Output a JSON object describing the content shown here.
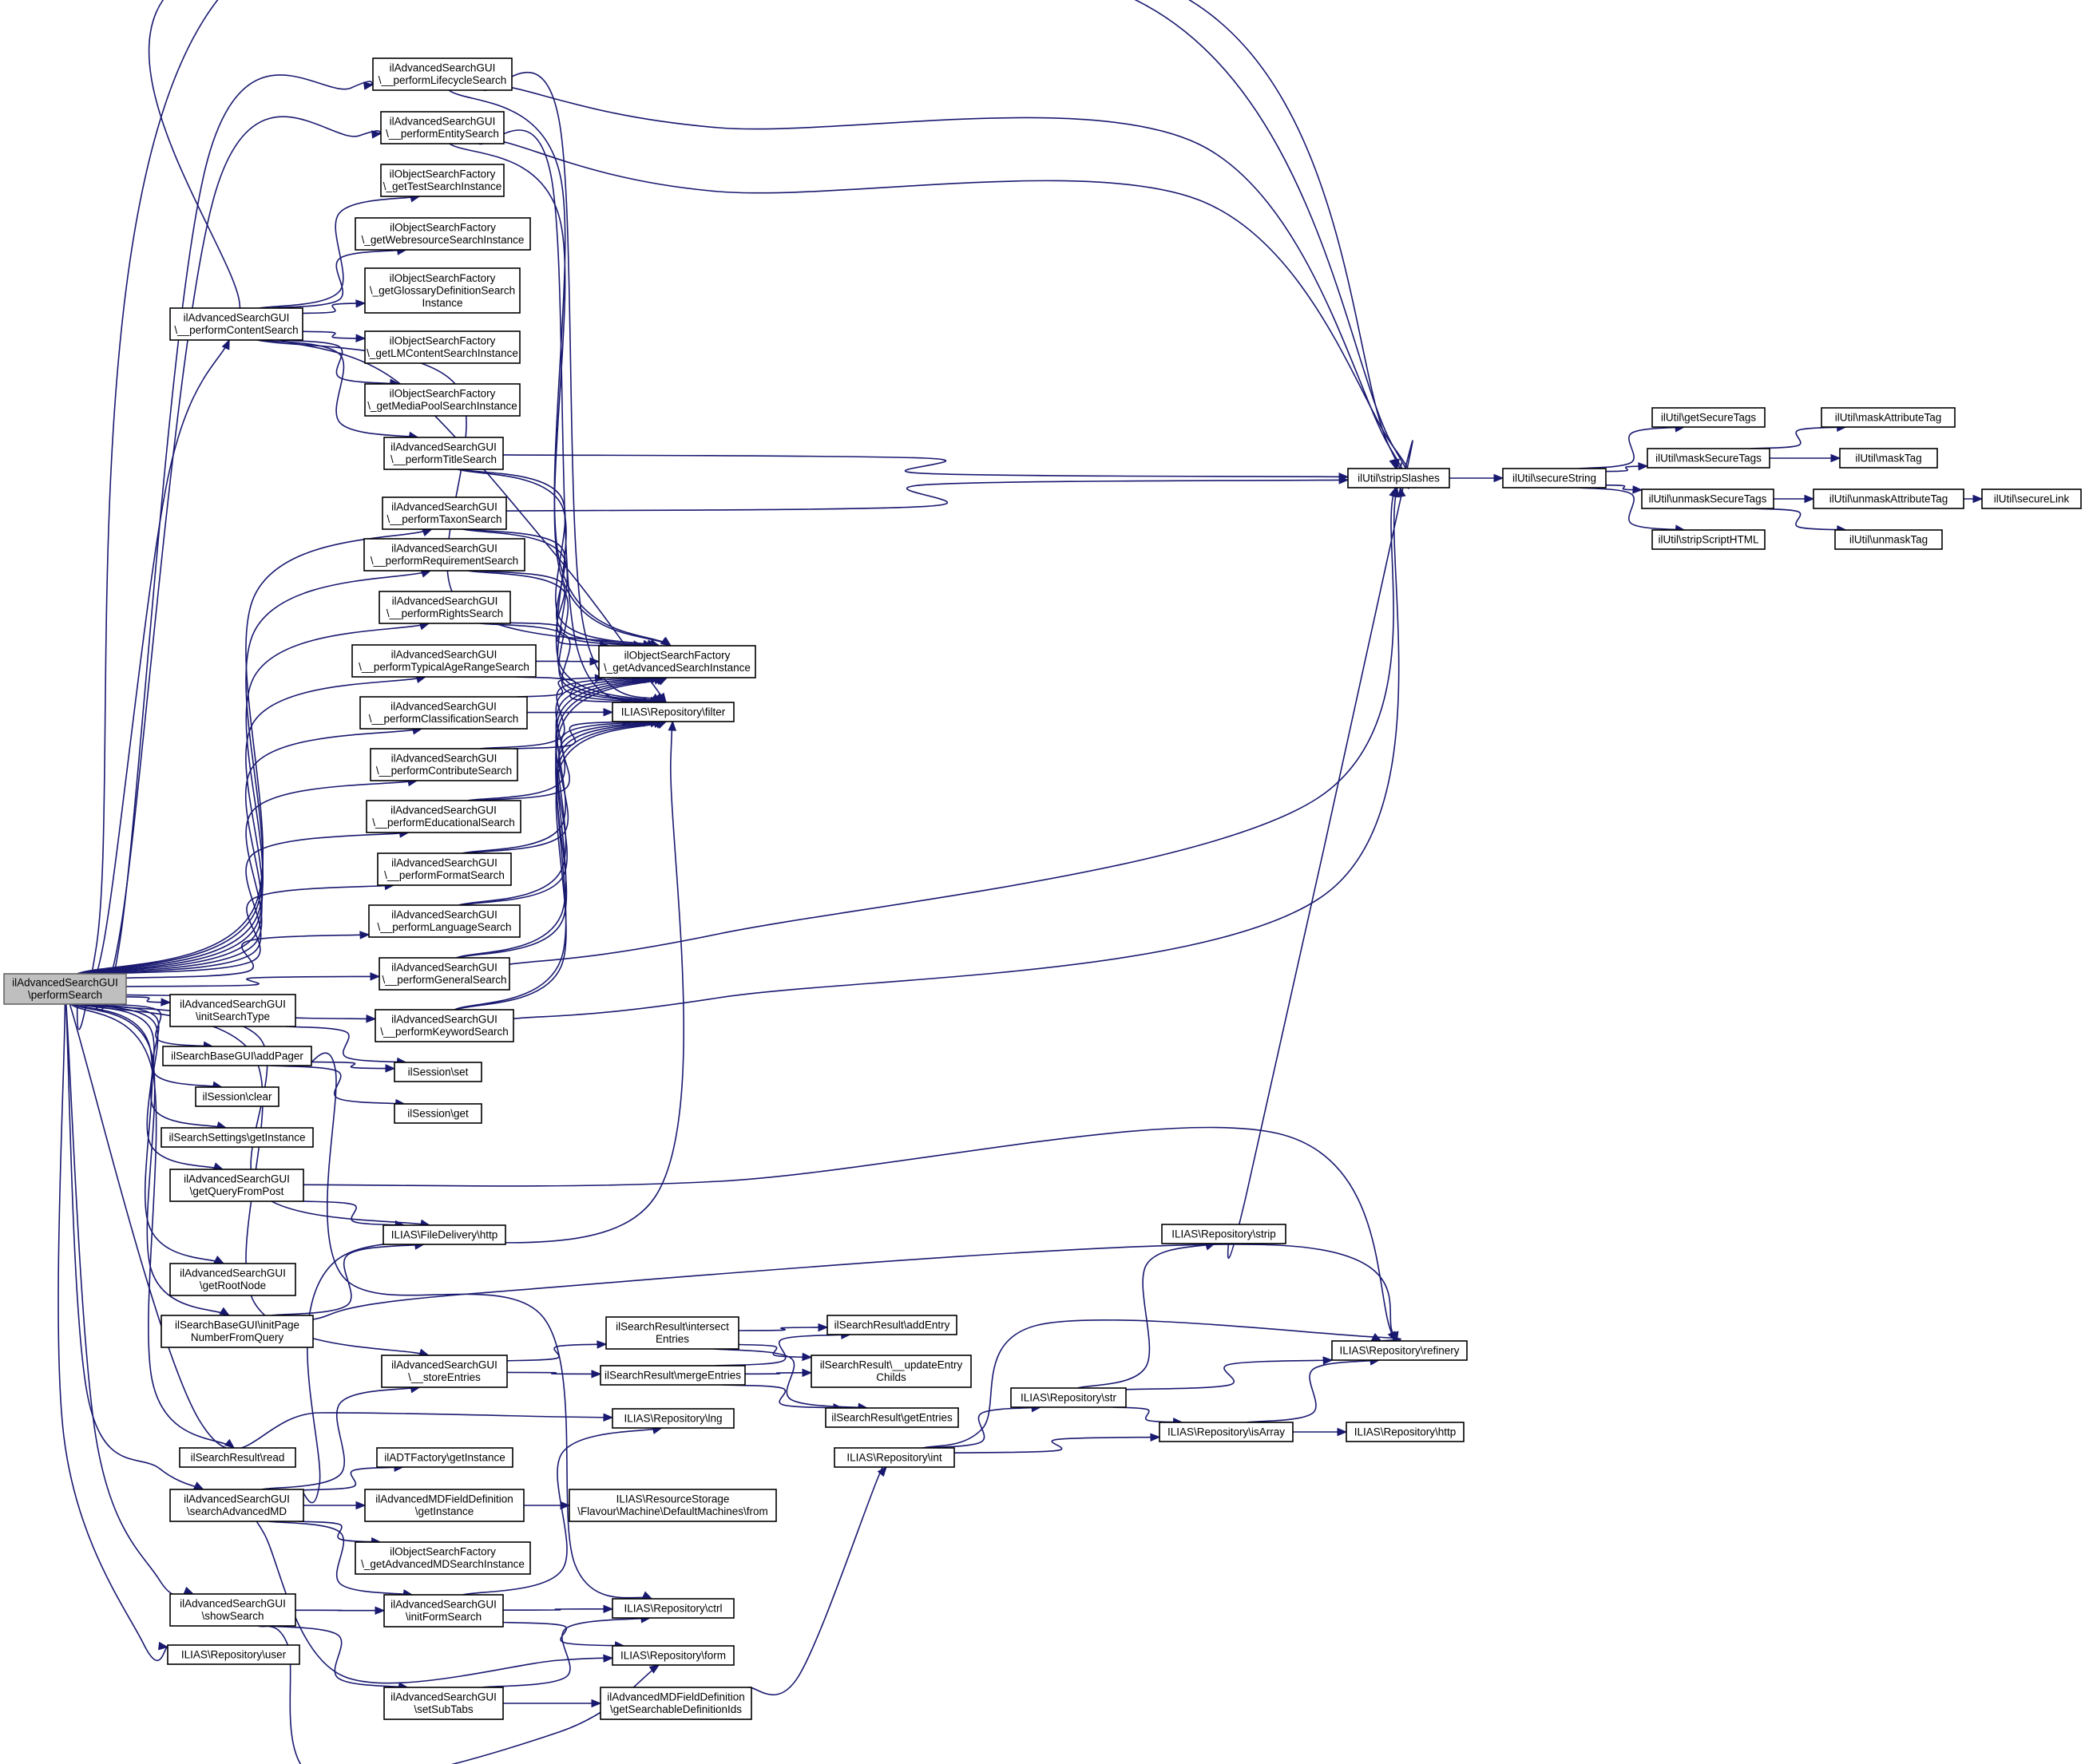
{
  "diagram": {
    "colors": {
      "edge": "#191970",
      "node_border": "#000000",
      "root_fill": "#bfbfbf",
      "node_fill": "#ffffff"
    },
    "nodes": [
      {
        "id": "root",
        "lines": [
          "ilAdvancedSearchGUI",
          "\\performSearch"
        ],
        "root": true
      },
      {
        "id": "lifecycle",
        "lines": [
          "ilAdvancedSearchGUI",
          "\\__performLifecycleSearch"
        ]
      },
      {
        "id": "entity",
        "lines": [
          "ilAdvancedSearchGUI",
          "\\__performEntitySearch"
        ]
      },
      {
        "id": "getTest",
        "lines": [
          "ilObjectSearchFactory",
          "\\_getTestSearchInstance"
        ]
      },
      {
        "id": "getWebres",
        "lines": [
          "ilObjectSearchFactory",
          "\\_getWebresourceSearchInstance"
        ]
      },
      {
        "id": "getGlossary",
        "lines": [
          "ilObjectSearchFactory",
          "\\_getGlossaryDefinitionSearch",
          "Instance"
        ]
      },
      {
        "id": "content",
        "lines": [
          "ilAdvancedSearchGUI",
          "\\__performContentSearch"
        ]
      },
      {
        "id": "getLM",
        "lines": [
          "ilObjectSearchFactory",
          "\\_getLMContentSearchInstance"
        ]
      },
      {
        "id": "getMediaPool",
        "lines": [
          "ilObjectSearchFactory",
          "\\_getMediaPoolSearchInstance"
        ]
      },
      {
        "id": "title",
        "lines": [
          "ilAdvancedSearchGUI",
          "\\__performTitleSearch"
        ]
      },
      {
        "id": "taxon",
        "lines": [
          "ilAdvancedSearchGUI",
          "\\__performTaxonSearch"
        ]
      },
      {
        "id": "requirement",
        "lines": [
          "ilAdvancedSearchGUI",
          "\\__performRequirementSearch"
        ]
      },
      {
        "id": "rights",
        "lines": [
          "ilAdvancedSearchGUI",
          "\\__performRightsSearch"
        ]
      },
      {
        "id": "typicalAge",
        "lines": [
          "ilAdvancedSearchGUI",
          "\\__performTypicalAgeRangeSearch"
        ]
      },
      {
        "id": "classification",
        "lines": [
          "ilAdvancedSearchGUI",
          "\\__performClassificationSearch"
        ]
      },
      {
        "id": "contribute",
        "lines": [
          "ilAdvancedSearchGUI",
          "\\__performContributeSearch"
        ]
      },
      {
        "id": "educational",
        "lines": [
          "ilAdvancedSearchGUI",
          "\\__performEducationalSearch"
        ]
      },
      {
        "id": "format",
        "lines": [
          "ilAdvancedSearchGUI",
          "\\__performFormatSearch"
        ]
      },
      {
        "id": "language",
        "lines": [
          "ilAdvancedSearchGUI",
          "\\__performLanguageSearch"
        ]
      },
      {
        "id": "general",
        "lines": [
          "ilAdvancedSearchGUI",
          "\\__performGeneralSearch"
        ]
      },
      {
        "id": "keyword",
        "lines": [
          "ilAdvancedSearchGUI",
          "\\__performKeywordSearch"
        ]
      },
      {
        "id": "getAdvanced",
        "lines": [
          "ilObjectSearchFactory",
          "\\_getAdvancedSearchInstance"
        ]
      },
      {
        "id": "filter",
        "lines": [
          "ILIAS\\Repository\\filter"
        ]
      },
      {
        "id": "stripSlashes",
        "lines": [
          "ilUtil\\stripSlashes"
        ]
      },
      {
        "id": "secureString",
        "lines": [
          "ilUtil\\secureString"
        ]
      },
      {
        "id": "getSecureTags",
        "lines": [
          "ilUtil\\getSecureTags"
        ]
      },
      {
        "id": "maskSecureTags",
        "lines": [
          "ilUtil\\maskSecureTags"
        ]
      },
      {
        "id": "unmaskSecureTags",
        "lines": [
          "ilUtil\\unmaskSecureTags"
        ]
      },
      {
        "id": "stripScriptHTML",
        "lines": [
          "ilUtil\\stripScriptHTML"
        ]
      },
      {
        "id": "maskAttributeTag",
        "lines": [
          "ilUtil\\maskAttributeTag"
        ]
      },
      {
        "id": "maskTag",
        "lines": [
          "ilUtil\\maskTag"
        ]
      },
      {
        "id": "unmaskAttributeTag",
        "lines": [
          "ilUtil\\unmaskAttributeTag"
        ]
      },
      {
        "id": "unmaskTag",
        "lines": [
          "ilUtil\\unmaskTag"
        ]
      },
      {
        "id": "secureLink",
        "lines": [
          "ilUtil\\secureLink"
        ]
      },
      {
        "id": "initSearchType",
        "lines": [
          "ilAdvancedSearchGUI",
          "\\initSearchType"
        ]
      },
      {
        "id": "addPager",
        "lines": [
          "ilSearchBaseGUI\\addPager"
        ]
      },
      {
        "id": "sessionSet",
        "lines": [
          "ilSession\\set"
        ]
      },
      {
        "id": "sessionClear",
        "lines": [
          "ilSession\\clear"
        ]
      },
      {
        "id": "sessionGet",
        "lines": [
          "ilSession\\get"
        ]
      },
      {
        "id": "settingsGetInstance",
        "lines": [
          "ilSearchSettings\\getInstance"
        ]
      },
      {
        "id": "getQueryFromPost",
        "lines": [
          "ilAdvancedSearchGUI",
          "\\getQueryFromPost"
        ]
      },
      {
        "id": "fileDeliveryHttp",
        "lines": [
          "ILIAS\\FileDelivery\\http"
        ]
      },
      {
        "id": "getRootNode",
        "lines": [
          "ilAdvancedSearchGUI",
          "\\getRootNode"
        ]
      },
      {
        "id": "initPage",
        "lines": [
          "ilSearchBaseGUI\\initPage",
          "NumberFromQuery"
        ]
      },
      {
        "id": "repoStrip",
        "lines": [
          "ILIAS\\Repository\\strip"
        ]
      },
      {
        "id": "refinery",
        "lines": [
          "ILIAS\\Repository\\refinery"
        ]
      },
      {
        "id": "intersect",
        "lines": [
          "ilSearchResult\\intersect",
          "Entries"
        ]
      },
      {
        "id": "addEntry",
        "lines": [
          "ilSearchResult\\addEntry"
        ]
      },
      {
        "id": "storeEntries",
        "lines": [
          "ilAdvancedSearchGUI",
          "\\__storeEntries"
        ]
      },
      {
        "id": "mergeEntries",
        "lines": [
          "ilSearchResult\\mergeEntries"
        ]
      },
      {
        "id": "updateEntry",
        "lines": [
          "ilSearchResult\\__updateEntry",
          "Childs"
        ]
      },
      {
        "id": "repoStr",
        "lines": [
          "ILIAS\\Repository\\str"
        ]
      },
      {
        "id": "getEntries",
        "lines": [
          "ilSearchResult\\getEntries"
        ]
      },
      {
        "id": "lng",
        "lines": [
          "ILIAS\\Repository\\lng"
        ]
      },
      {
        "id": "isArray",
        "lines": [
          "ILIAS\\Repository\\isArray"
        ]
      },
      {
        "id": "repoHttp",
        "lines": [
          "ILIAS\\Repository\\http"
        ]
      },
      {
        "id": "resultRead",
        "lines": [
          "ilSearchResult\\read"
        ]
      },
      {
        "id": "repoInt",
        "lines": [
          "ILIAS\\Repository\\int"
        ]
      },
      {
        "id": "adtGetInstance",
        "lines": [
          "ilADTFactory\\getInstance"
        ]
      },
      {
        "id": "searchAdvancedMD",
        "lines": [
          "ilAdvancedSearchGUI",
          "\\searchAdvancedMD"
        ]
      },
      {
        "id": "mdFieldGetInstance",
        "lines": [
          "ilAdvancedMDFieldDefinition",
          "\\getInstance"
        ]
      },
      {
        "id": "resourceFrom",
        "lines": [
          "ILIAS\\ResourceStorage",
          "\\Flavour\\Machine\\DefaultMachines\\from"
        ]
      },
      {
        "id": "getAdvancedMD",
        "lines": [
          "ilObjectSearchFactory",
          "\\_getAdvancedMDSearchInstance"
        ]
      },
      {
        "id": "showSearch",
        "lines": [
          "ilAdvancedSearchGUI",
          "\\showSearch"
        ]
      },
      {
        "id": "initFormSearch",
        "lines": [
          "ilAdvancedSearchGUI",
          "\\initFormSearch"
        ]
      },
      {
        "id": "ctrl",
        "lines": [
          "ILIAS\\Repository\\ctrl"
        ]
      },
      {
        "id": "repoUser",
        "lines": [
          "ILIAS\\Repository\\user"
        ]
      },
      {
        "id": "repoForm",
        "lines": [
          "ILIAS\\Repository\\form"
        ]
      },
      {
        "id": "setSubTabs",
        "lines": [
          "ilAdvancedSearchGUI",
          "\\setSubTabs"
        ]
      },
      {
        "id": "searchableDefIds",
        "lines": [
          "ilAdvancedMDFieldDefinition",
          "\\getSearchableDefinitionIds"
        ]
      }
    ],
    "edges": [
      [
        "root",
        "lifecycle"
      ],
      [
        "root",
        "entity"
      ],
      [
        "root",
        "content"
      ],
      [
        "root",
        "taxon"
      ],
      [
        "root",
        "requirement"
      ],
      [
        "root",
        "rights"
      ],
      [
        "root",
        "typicalAge"
      ],
      [
        "root",
        "classification"
      ],
      [
        "root",
        "contribute"
      ],
      [
        "root",
        "educational"
      ],
      [
        "root",
        "format"
      ],
      [
        "root",
        "language"
      ],
      [
        "root",
        "general"
      ],
      [
        "root",
        "keyword"
      ],
      [
        "root",
        "initSearchType"
      ],
      [
        "root",
        "addPager"
      ],
      [
        "root",
        "sessionClear"
      ],
      [
        "root",
        "settingsGetInstance"
      ],
      [
        "root",
        "getQueryFromPost"
      ],
      [
        "root",
        "fileDeliveryHttp"
      ],
      [
        "root",
        "getRootNode"
      ],
      [
        "root",
        "initPage"
      ],
      [
        "root",
        "storeEntries"
      ],
      [
        "root",
        "lng"
      ],
      [
        "root",
        "resultRead"
      ],
      [
        "root",
        "searchAdvancedMD"
      ],
      [
        "root",
        "showSearch"
      ],
      [
        "root",
        "repoUser"
      ],
      [
        "root",
        "stripSlashes"
      ],
      [
        "content",
        "getTest"
      ],
      [
        "content",
        "getWebres"
      ],
      [
        "content",
        "getGlossary"
      ],
      [
        "content",
        "getLM"
      ],
      [
        "content",
        "getMediaPool"
      ],
      [
        "content",
        "title"
      ],
      [
        "content",
        "stripSlashes"
      ],
      [
        "content",
        "getAdvanced"
      ],
      [
        "content",
        "filter"
      ],
      [
        "lifecycle",
        "stripSlashes"
      ],
      [
        "lifecycle",
        "getAdvanced"
      ],
      [
        "lifecycle",
        "filter"
      ],
      [
        "entity",
        "stripSlashes"
      ],
      [
        "entity",
        "getAdvanced"
      ],
      [
        "entity",
        "filter"
      ],
      [
        "title",
        "stripSlashes"
      ],
      [
        "title",
        "getAdvanced"
      ],
      [
        "title",
        "filter"
      ],
      [
        "taxon",
        "stripSlashes"
      ],
      [
        "taxon",
        "getAdvanced"
      ],
      [
        "taxon",
        "filter"
      ],
      [
        "requirement",
        "getAdvanced"
      ],
      [
        "requirement",
        "filter"
      ],
      [
        "rights",
        "getAdvanced"
      ],
      [
        "rights",
        "filter"
      ],
      [
        "typicalAge",
        "getAdvanced"
      ],
      [
        "typicalAge",
        "filter"
      ],
      [
        "classification",
        "getAdvanced"
      ],
      [
        "classification",
        "filter"
      ],
      [
        "contribute",
        "getAdvanced"
      ],
      [
        "contribute",
        "filter"
      ],
      [
        "educational",
        "getAdvanced"
      ],
      [
        "educational",
        "filter"
      ],
      [
        "format",
        "getAdvanced"
      ],
      [
        "format",
        "filter"
      ],
      [
        "language",
        "getAdvanced"
      ],
      [
        "language",
        "filter"
      ],
      [
        "general",
        "getAdvanced"
      ],
      [
        "general",
        "filter"
      ],
      [
        "general",
        "stripSlashes"
      ],
      [
        "keyword",
        "getAdvanced"
      ],
      [
        "keyword",
        "filter"
      ],
      [
        "keyword",
        "stripSlashes"
      ],
      [
        "stripSlashes",
        "secureString"
      ],
      [
        "secureString",
        "getSecureTags"
      ],
      [
        "secureString",
        "maskSecureTags"
      ],
      [
        "secureString",
        "unmaskSecureTags"
      ],
      [
        "secureString",
        "stripScriptHTML"
      ],
      [
        "maskSecureTags",
        "maskAttributeTag"
      ],
      [
        "maskSecureTags",
        "maskTag"
      ],
      [
        "unmaskSecureTags",
        "unmaskAttributeTag"
      ],
      [
        "unmaskSecureTags",
        "unmaskTag"
      ],
      [
        "unmaskAttributeTag",
        "secureLink"
      ],
      [
        "initSearchType",
        "sessionSet"
      ],
      [
        "addPager",
        "sessionSet"
      ],
      [
        "addPager",
        "sessionGet"
      ],
      [
        "addPager",
        "ctrl"
      ],
      [
        "getQueryFromPost",
        "fileDeliveryHttp"
      ],
      [
        "getQueryFromPost",
        "refinery"
      ],
      [
        "initPage",
        "fileDeliveryHttp"
      ],
      [
        "initPage",
        "refinery"
      ],
      [
        "storeEntries",
        "intersect"
      ],
      [
        "storeEntries",
        "mergeEntries"
      ],
      [
        "intersect",
        "addEntry"
      ],
      [
        "intersect",
        "updateEntry"
      ],
      [
        "intersect",
        "getEntries"
      ],
      [
        "mergeEntries",
        "addEntry"
      ],
      [
        "mergeEntries",
        "updateEntry"
      ],
      [
        "mergeEntries",
        "getEntries"
      ],
      [
        "repoStrip",
        "stripSlashes"
      ],
      [
        "repoStr",
        "repoStrip"
      ],
      [
        "repoStr",
        "refinery"
      ],
      [
        "repoStr",
        "isArray"
      ],
      [
        "isArray",
        "refinery"
      ],
      [
        "isArray",
        "repoHttp"
      ],
      [
        "repoInt",
        "repoStr"
      ],
      [
        "repoInt",
        "refinery"
      ],
      [
        "repoInt",
        "isArray"
      ],
      [
        "searchAdvancedMD",
        "storeEntries"
      ],
      [
        "searchAdvancedMD",
        "adtGetInstance"
      ],
      [
        "searchAdvancedMD",
        "mdFieldGetInstance"
      ],
      [
        "searchAdvancedMD",
        "getAdvancedMD"
      ],
      [
        "searchAdvancedMD",
        "initFormSearch"
      ],
      [
        "searchAdvancedMD",
        "filter"
      ],
      [
        "searchAdvancedMD",
        "repoForm"
      ],
      [
        "mdFieldGetInstance",
        "resourceFrom"
      ],
      [
        "showSearch",
        "initFormSearch"
      ],
      [
        "showSearch",
        "setSubTabs"
      ],
      [
        "showSearch",
        "repoForm"
      ],
      [
        "initFormSearch",
        "lng"
      ],
      [
        "initFormSearch",
        "ctrl"
      ],
      [
        "initFormSearch",
        "repoForm"
      ],
      [
        "setSubTabs",
        "ctrl"
      ],
      [
        "setSubTabs",
        "searchableDefIds"
      ],
      [
        "searchableDefIds",
        "repoInt"
      ]
    ]
  }
}
